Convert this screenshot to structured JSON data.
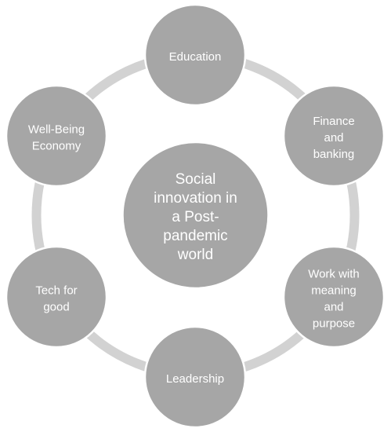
{
  "diagram": {
    "center": {
      "lines": [
        "Social",
        "innovation in",
        "a Post-",
        "pandemic",
        "world"
      ]
    },
    "nodes": [
      {
        "id": "education",
        "lines": [
          "Education"
        ]
      },
      {
        "id": "finance-and-banking",
        "lines": [
          "Finance",
          "and",
          "banking"
        ]
      },
      {
        "id": "work-with-meaning-and-purpose",
        "lines": [
          "Work with",
          "meaning",
          "and",
          "purpose"
        ]
      },
      {
        "id": "leadership",
        "lines": [
          "Leadership"
        ]
      },
      {
        "id": "tech-for-good",
        "lines": [
          "Tech for",
          "good"
        ]
      },
      {
        "id": "well-being-economy",
        "lines": [
          "Well-Being",
          "Economy"
        ]
      }
    ],
    "colors": {
      "node": "#a6a6a6",
      "ring": "#d2d2d2",
      "text": "#ffffff"
    }
  }
}
